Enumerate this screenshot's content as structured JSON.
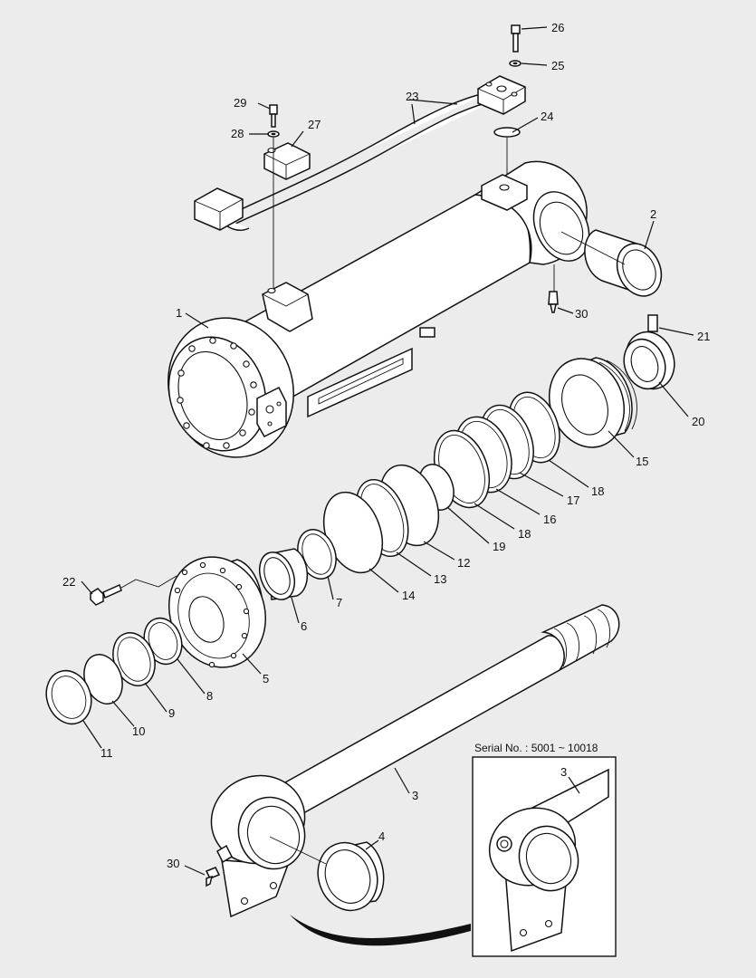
{
  "inset": {
    "title": "Serial No. : 5001 ~ 10018",
    "label": "3"
  },
  "labels": {
    "l1": "1",
    "l2": "2",
    "l3": "3",
    "l4": "4",
    "l5": "5",
    "l6": "6",
    "l7": "7",
    "l8": "8",
    "l9": "9",
    "l10": "10",
    "l11": "11",
    "l12": "12",
    "l13": "13",
    "l14": "14",
    "l15": "15",
    "l16": "16",
    "l17": "17",
    "l18a": "18",
    "l18b": "18",
    "l19": "19",
    "l20": "20",
    "l21": "21",
    "l22": "22",
    "l23": "23",
    "l24": "24",
    "l25": "25",
    "l26": "26",
    "l27": "27",
    "l28": "28",
    "l29": "29",
    "l30a": "30",
    "l30b": "30"
  }
}
